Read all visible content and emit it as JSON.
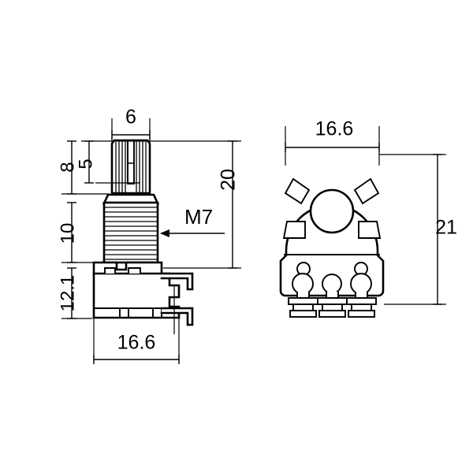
{
  "drawing": {
    "title": "potentiometer-outline-drawing",
    "background_color": "#ffffff",
    "line_color": "#000000",
    "units": "mm",
    "views": [
      {
        "name": "side-view",
        "position": "left"
      },
      {
        "name": "top-view",
        "position": "right"
      }
    ]
  },
  "dimensions": {
    "shaft_width": "6",
    "shaft_knurl_length": "5",
    "shaft_total_length": "8",
    "bushing_length": "10",
    "body_height": "12.1",
    "overall_height": "20",
    "body_width": "16.6",
    "top_view_width": "16.6",
    "top_view_height": "21"
  },
  "labels": {
    "thread_callout": "M7"
  },
  "icons": {
    "arrow": "arrow-left-icon"
  }
}
